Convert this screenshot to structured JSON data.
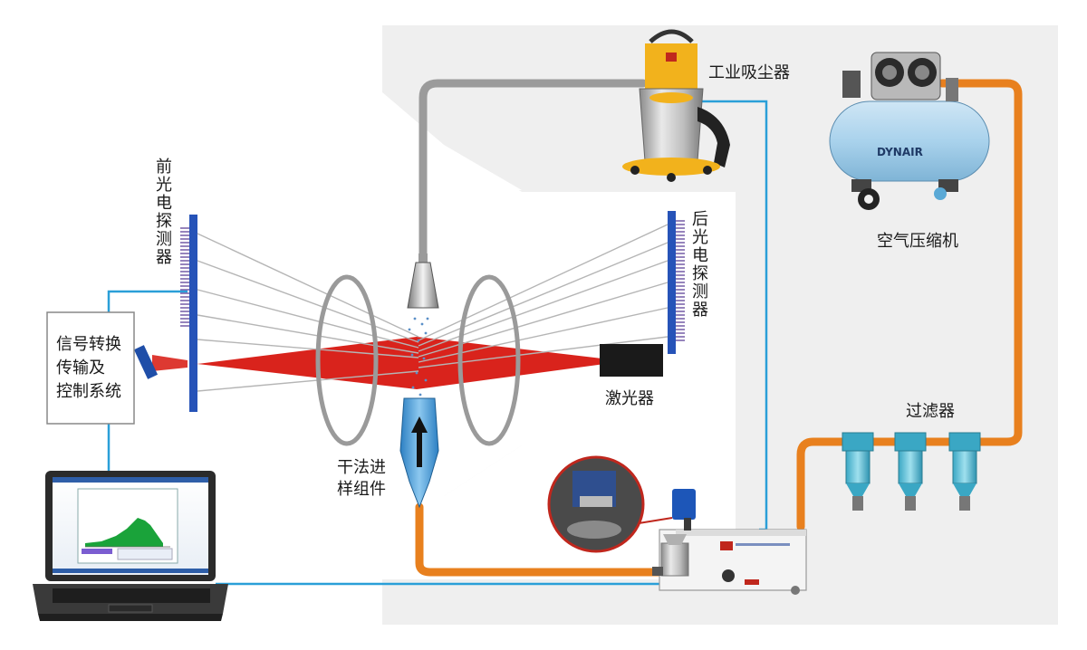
{
  "labels": {
    "vacuum": "工业吸尘器",
    "compressor": "空气压缩机",
    "compressor_brand": "DYNAIR",
    "front_detector": [
      "前",
      "光",
      "电",
      "探",
      "测",
      "器"
    ],
    "rear_detector": [
      "后",
      "光",
      "电",
      "探",
      "测",
      "器"
    ],
    "signal_box": [
      "信号转换",
      "传输及",
      "控制系统"
    ],
    "laser": "激光器",
    "filter": "过滤器",
    "dry_feed": [
      "干法进",
      "样组件"
    ]
  },
  "colors": {
    "panel_bg": "#efefef",
    "blue_line": "#2a9fd8",
    "orange_pipe": "#e8801e",
    "gray_pipe": "#9b9b9b",
    "laser_red": "#d9231c",
    "detector_blue": "#2653b8",
    "ring_gray": "#9a9a9a"
  }
}
